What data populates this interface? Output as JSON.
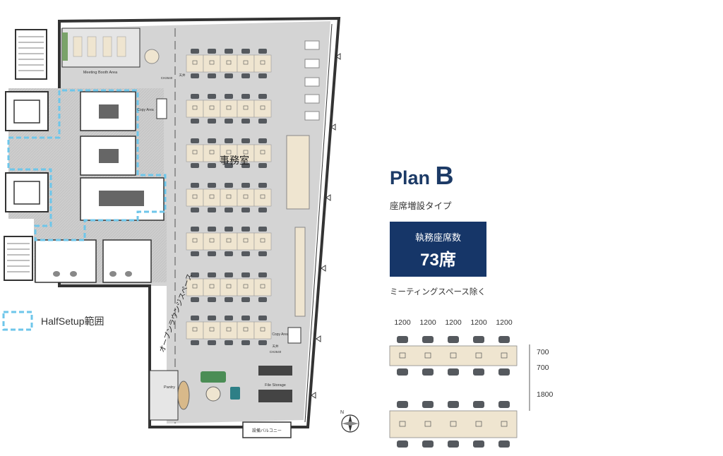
{
  "plan": {
    "title_prefix": "Plan",
    "title_letter": "B",
    "subtitle": "座席増設タイプ",
    "seat_label": "執務座席数",
    "seat_count": "73席",
    "note": "ミーティングスペース除く"
  },
  "legend": {
    "label": "HalfSetup範囲"
  },
  "rooms": {
    "office": "事務室",
    "meeting_booth": "Meeting Booth Area",
    "copy_area": "Copy Area",
    "copy_area_2": "Copy Area",
    "file_storage": "File Storage",
    "pantry": "Pantry",
    "lounge": "オープンラウンジスペース",
    "balcony": "設備バルコニー",
    "ceiling_tag": "CH2640",
    "ceiling_tag_2": "CH2640",
    "sky_tag": "天井",
    "sky_tag_2": "天井"
  },
  "dimensions": {
    "widths": [
      "1200",
      "1200",
      "1200",
      "1200",
      "1200"
    ],
    "heights": [
      "700",
      "700",
      "1800"
    ]
  },
  "colors": {
    "navy": "#163668",
    "dashed_blue": "#6ec6ea",
    "desk": "#efe5d0",
    "chair": "#55595e",
    "floor_grey": "#c9c9c9"
  }
}
